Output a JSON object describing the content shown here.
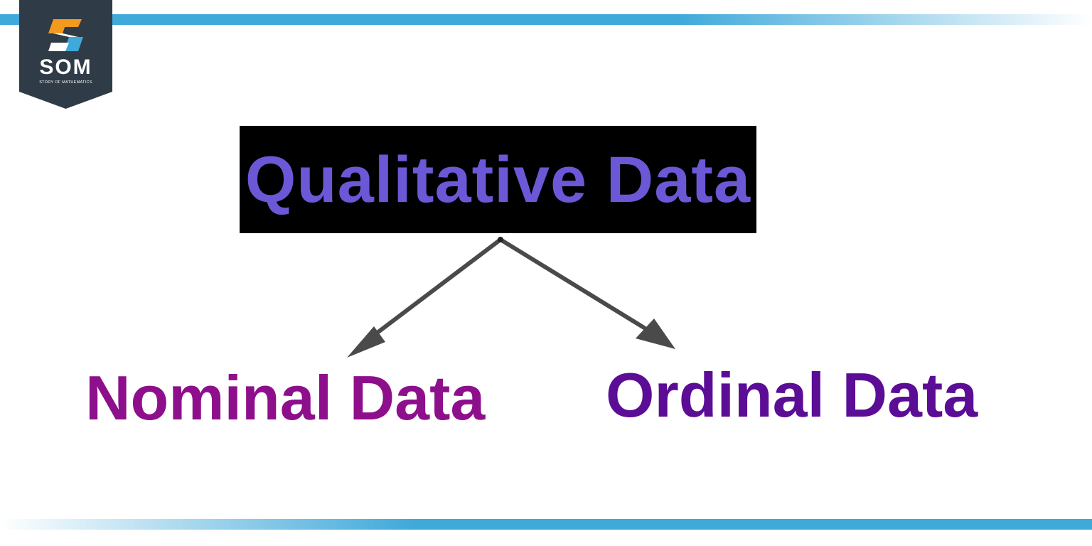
{
  "logo": {
    "abbr": "SOM",
    "tagline": "STORY OF MATHEMATICS"
  },
  "diagram": {
    "root": {
      "label": "Qualitative Data"
    },
    "children": [
      {
        "label": "Nominal Data"
      },
      {
        "label": "Ordinal Data"
      }
    ]
  },
  "colors": {
    "stripe": "#3fa9da",
    "root_text": "#6a58d6",
    "root_box": "#000000",
    "nominal_text": "#8e0f8c",
    "ordinal_text": "#5b0d96",
    "arrow": "#4a4a4a",
    "logo_badge": "#2f3b46"
  }
}
